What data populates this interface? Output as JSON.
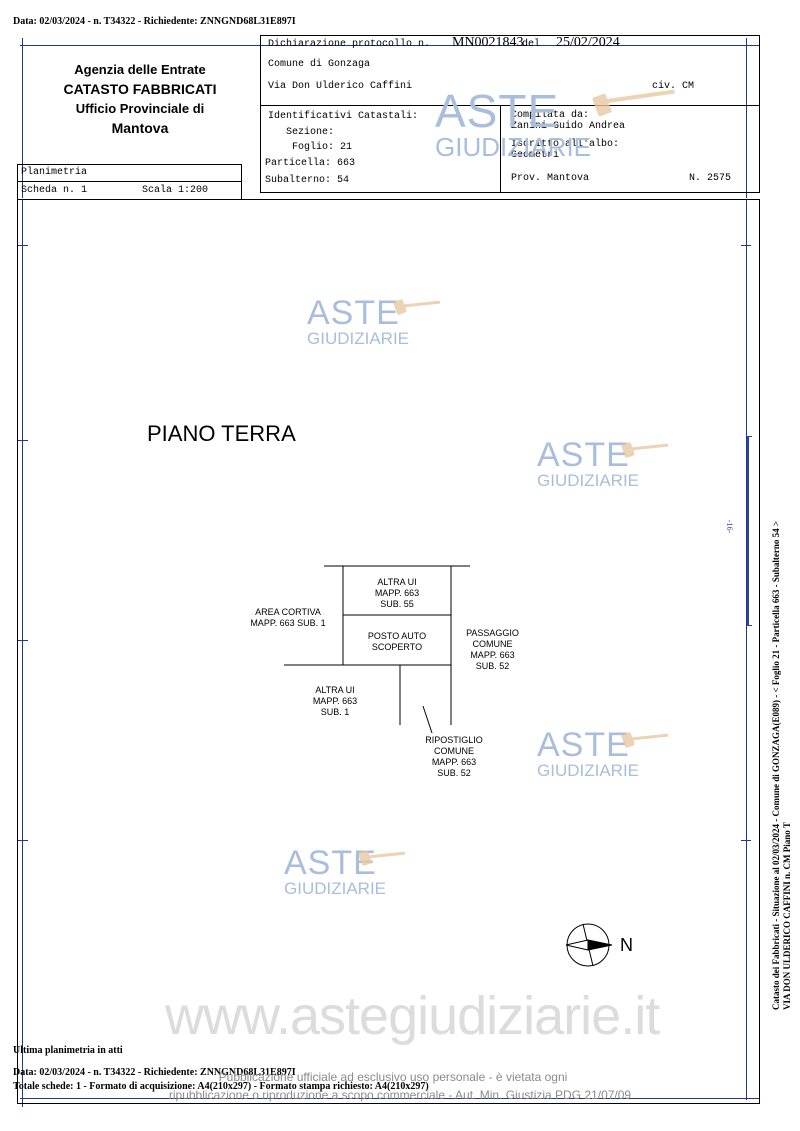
{
  "top_header": "Data: 02/03/2024 - n. T34322 - Richiedente: ZNNGND68L31E897I",
  "agency": {
    "line1": "Agenzia delle Entrate",
    "line2": "CATASTO FABBRICATI",
    "line3": "Ufficio Provinciale di",
    "line4": "Mantova"
  },
  "declaration": {
    "label": "Dichiarazione protocollo n.",
    "protocol": "MN0021843",
    "del_label": "del",
    "date": "25/02/2024",
    "comune": "Comune di Gonzaga",
    "via": "Via Don Ulderico Caffini",
    "civ": "civ. CM"
  },
  "identifiers": {
    "title": "Identificativi Catastali:",
    "sezione": "Sezione:",
    "foglio": "Foglio: 21",
    "particella": "Particella: 663",
    "subalterno": "Subalterno: 54"
  },
  "compiler": {
    "compilata": "Compilata da:",
    "name": "Zanini Guido Andrea",
    "iscritto": "Iscritto all'albo:",
    "albo": "Geometri",
    "prov": "Prov. Mantova",
    "num": "N. 2575"
  },
  "scheda": {
    "title": "Planimetria",
    "scheda": "Scheda n. 1",
    "scala": "Scala 1:200"
  },
  "plan": {
    "floor": "PIANO TERRA",
    "rooms": {
      "altra_ui_55": "ALTRA UI\nMAPP. 663\nSUB. 55",
      "area_cortiva": "AREA CORTIVA\nMAPP. 663 SUB. 1",
      "posto_auto": "POSTO AUTO\nSCOPERTO",
      "passaggio": "PASSAGGIO\nCOMUNE\nMAPP. 663\nSUB. 52",
      "altra_ui_1": "ALTRA UI\nMAPP. 663\nSUB. 1",
      "ripostiglio": "RIPOSTIGLIO\nCOMUNE\nMAPP. 663\nSUB. 52"
    },
    "north": "N",
    "side_mark": "-16-"
  },
  "watermark": {
    "aste": "ASTE",
    "giudiziarie": "GIUDIZIARIE",
    "site": "www.astegiudiziarie.it",
    "notice_line1": "Pubblicazione ufficiale ad esclusivo uso personale - è vietata ogni",
    "notice_line2": "ripubblicazione o riproduzione a scopo commerciale - Aut. Min. Giustizia PDG 21/07/09"
  },
  "side_text": {
    "line1": "Catasto dei Fabbricati - Situazione al 02/03/2024 - Comune di GONZAGA(E089) - < Foglio 21 - Particella 663 - Subalterno 54 >",
    "line2": "VIA DON ULDERICO CAFFINI n. CM Piano T"
  },
  "footer": {
    "ultima": "Ultima planimetria in atti",
    "data": "Data: 02/03/2024 - n. T34322 - Richiedente: ZNNGND68L31E897I",
    "totale": "Totale schede: 1 - Formato di acquisizione: A4(210x297) - Formato stampa richiesto: A4(210x297)"
  }
}
